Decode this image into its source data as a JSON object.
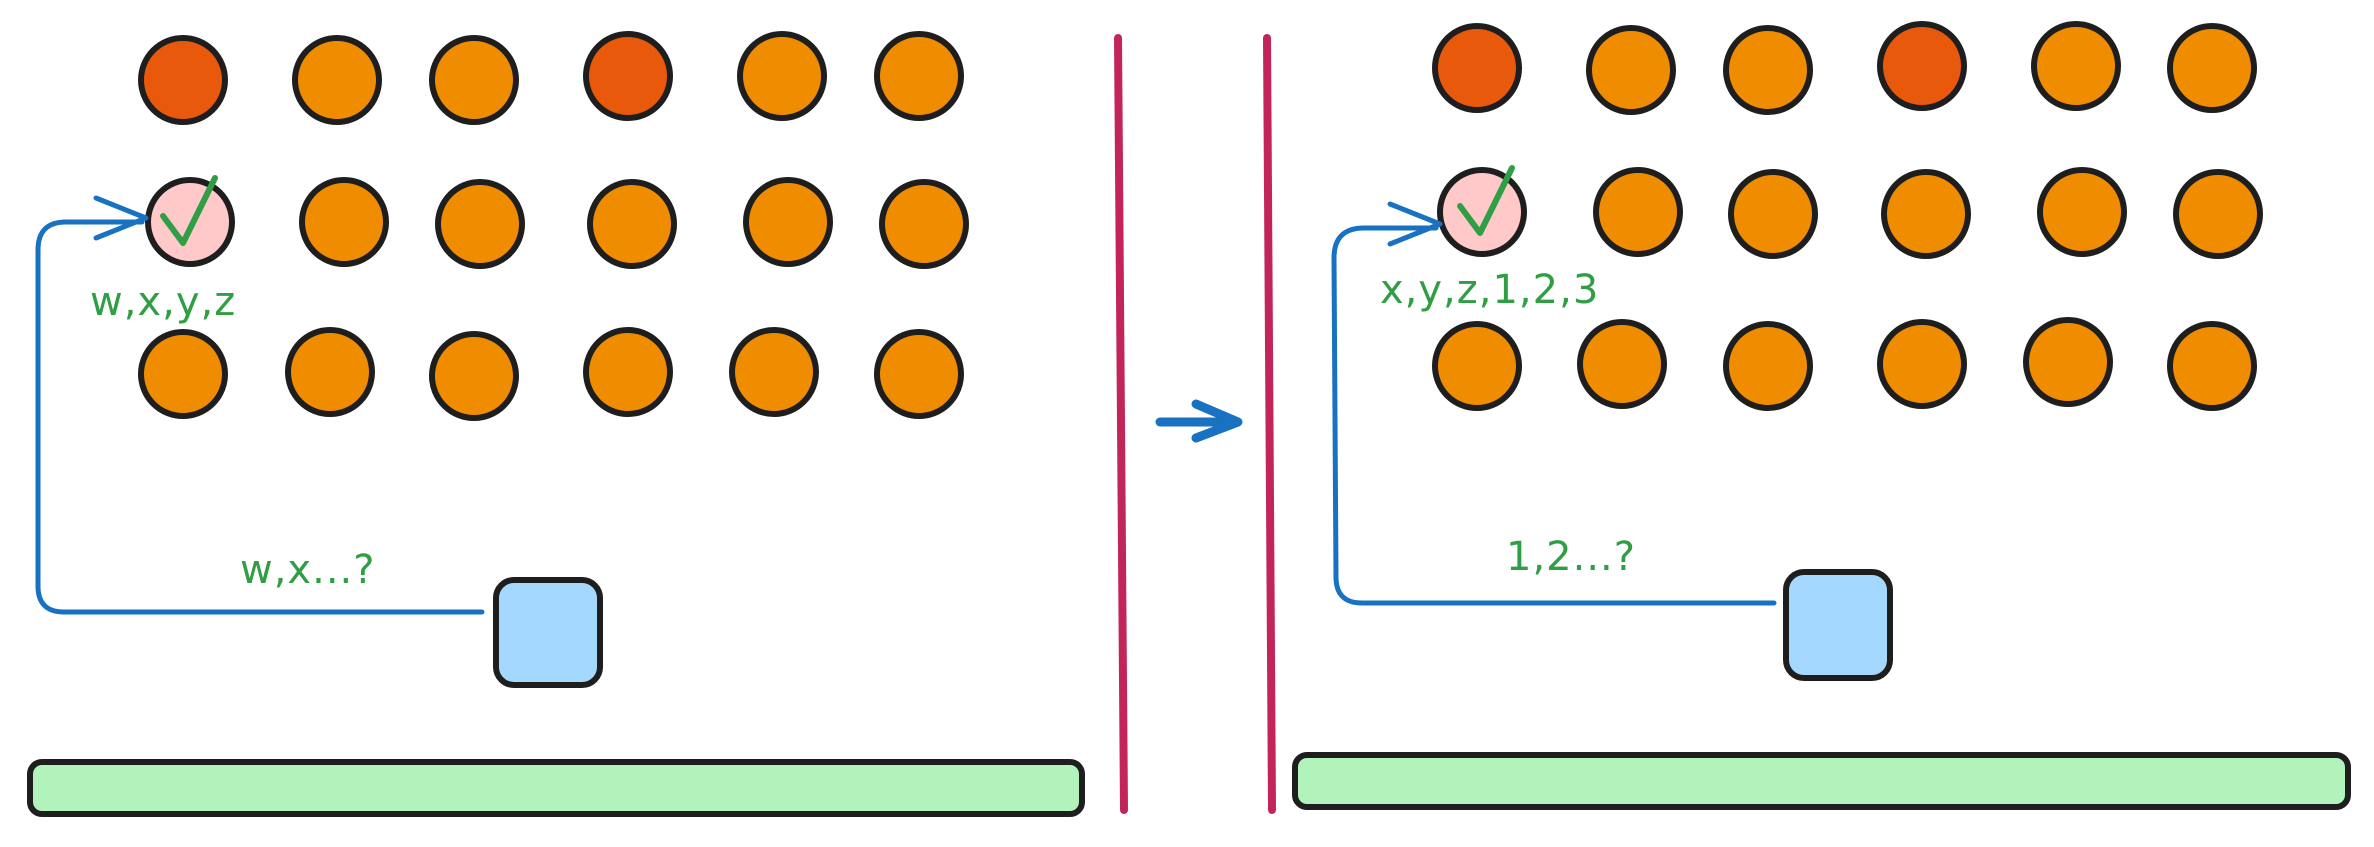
{
  "colors": {
    "background": "#ffffff",
    "node_fill": "#f08c00",
    "node_fill_highlight": "#e8590c",
    "node_checked_fill": "#ffc9c9",
    "node_stroke": "#1e1e1e",
    "client_fill": "#a5d8ff",
    "bar_fill": "#b2f2bb",
    "divider": "#c2255c",
    "connector": "#1971c2",
    "label": "#2f9e44",
    "check": "#2f9e44"
  },
  "panels": [
    {
      "id": "before",
      "grid_label": "w,x,y,z",
      "client_label": "w,x...?",
      "rows": [
        [
          "highlight",
          "normal",
          "normal",
          "highlight",
          "normal",
          "normal"
        ],
        [
          "checked",
          "normal",
          "normal",
          "normal",
          "normal",
          "normal"
        ],
        [
          "normal",
          "normal",
          "normal",
          "normal",
          "normal",
          "normal"
        ]
      ]
    },
    {
      "id": "after",
      "grid_label": "x,y,z,1,2,3",
      "client_label": "1,2...?",
      "rows": [
        [
          "highlight",
          "normal",
          "normal",
          "highlight",
          "normal",
          "normal"
        ],
        [
          "checked",
          "normal",
          "normal",
          "normal",
          "normal",
          "normal"
        ],
        [
          "normal",
          "normal",
          "normal",
          "normal",
          "normal",
          "normal"
        ]
      ]
    }
  ],
  "icons": {
    "check": "check-icon",
    "transition": "arrow-right-icon"
  }
}
